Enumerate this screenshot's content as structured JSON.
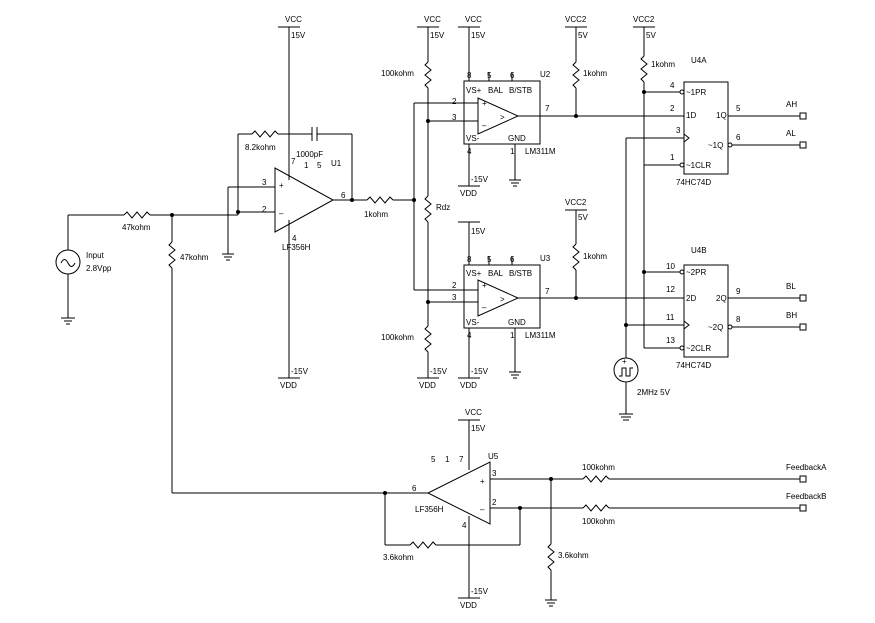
{
  "rails": {
    "vcc": "VCC",
    "vcc2": "VCC2",
    "vdd": "VDD",
    "p15": "15V",
    "n15": "-15V",
    "p5": "5V"
  },
  "source": {
    "label": "Input",
    "value": "2.8Vpp"
  },
  "clock": {
    "value": "2MHz  5V"
  },
  "resistors": {
    "r_in": "47kohm",
    "r_gnd": "47kohm",
    "r_fb": "8.2kohm",
    "r_out": "1kohm",
    "r_top": "100kohm",
    "r_bot": "100kohm",
    "r_dz": "Rdz",
    "pu_u2": "1kohm",
    "pu_u3": "1kohm",
    "pu_u4": "1kohm",
    "r_fa": "100kohm",
    "r_fb2": "100kohm",
    "r_u5fb": "3.6kohm",
    "r_u5gnd": "3.6kohm"
  },
  "capacitor": {
    "c_fb": "1000pF"
  },
  "u1": {
    "ref": "U1",
    "part": "LF356H",
    "pins": [
      "7",
      "1",
      "5",
      "3",
      "2",
      "6",
      "4"
    ]
  },
  "u2": {
    "ref": "U2",
    "part": "LM311M",
    "vs_plus": "VS+",
    "bal": "BAL",
    "bstb": "B/STB",
    "vs_minus": "VS-",
    "gnd": "GND",
    "pins": [
      "8",
      "5",
      "6",
      "2",
      "3",
      "7",
      "4",
      "1"
    ]
  },
  "u3": {
    "ref": "U3",
    "part": "LM311M",
    "vs_plus": "VS+",
    "bal": "BAL",
    "bstb": "B/STB",
    "vs_minus": "VS-",
    "gnd": "GND",
    "pins": [
      "8",
      "5",
      "6",
      "2",
      "3",
      "7",
      "4",
      "1"
    ]
  },
  "u4a": {
    "ref": "U4A",
    "part": "74HC74D",
    "pr": "~1PR",
    "d": "1D",
    "clr": "~1CLR",
    "q": "1Q",
    "qn": "~1Q",
    "pins": [
      "4",
      "2",
      "3",
      "1",
      "5",
      "6"
    ]
  },
  "u4b": {
    "ref": "U4B",
    "part": "74HC74D",
    "pr": "~2PR",
    "d": "2D",
    "clr": "~2CLR",
    "q": "2Q",
    "qn": "~2Q",
    "pins": [
      "10",
      "12",
      "11",
      "13",
      "9",
      "8"
    ]
  },
  "u5": {
    "ref": "U5",
    "part": "LF356H",
    "pins": [
      "5",
      "1",
      "7",
      "3",
      "2",
      "6",
      "4"
    ]
  },
  "outputs": {
    "ah": "AH",
    "al": "AL",
    "bl": "BL",
    "bh": "BH",
    "fa": "FeedbackA",
    "fb": "FeedbackB"
  }
}
